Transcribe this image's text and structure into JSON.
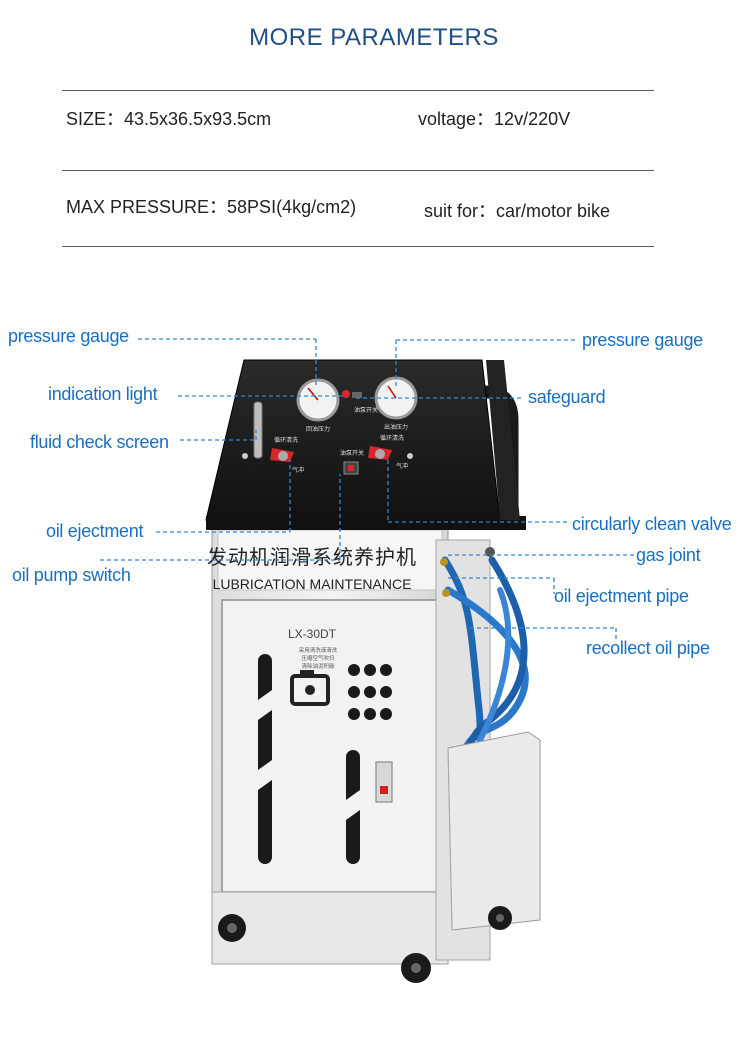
{
  "header": {
    "title": "MORE PARAMETERS"
  },
  "params": {
    "size": "SIZE：43.5x36.5x93.5cm",
    "voltage": "voltage：12v/220V",
    "max_pressure": "MAX PRESSURE：58PSI(4kg/cm2)",
    "suit_for": "suit for：car/motor bike"
  },
  "machine": {
    "chinese_title": "发动机润滑系统养护机",
    "english_title": "LUBRICATION MAINTENANCE",
    "model": "LX-30DT",
    "panel_text_1": "回油压力",
    "panel_text_2": "出油压力",
    "panel_text_3": "油泵开关",
    "panel_text_4": "循环清洗",
    "panel_text_5": "气冲",
    "panel_text_6": "气冲",
    "panel_text_7": "循环清洗",
    "panel_text_8": "油泵开关",
    "door_text_1": "采用清洗液清洗",
    "door_text_2": "压缩空气吹扫",
    "door_text_3": "清除油泥积碳"
  },
  "labels": {
    "pressure_gauge_left": "pressure gauge",
    "pressure_gauge_right": "pressure gauge",
    "indication_light": "indication light",
    "safeguard": "safeguard",
    "fluid_check_screen": "fluid check screen",
    "oil_ejectment": "oil ejectment",
    "circularly_clean_valve": "circularly clean valve",
    "gas_joint": "gas joint",
    "oil_pump_switch": "oil pump switch",
    "oil_ejectment_pipe": "oil ejectment pipe",
    "recollect_oil_pipe": "recollect oil pipe"
  },
  "colors": {
    "title": "#1f4f86",
    "label": "#1a6fbf",
    "leader": "#2f86d8",
    "panel": "#1c1c1c",
    "cabinet": "#eeeeee",
    "hose": "#2a6fb8",
    "knob": "#d9262b"
  }
}
